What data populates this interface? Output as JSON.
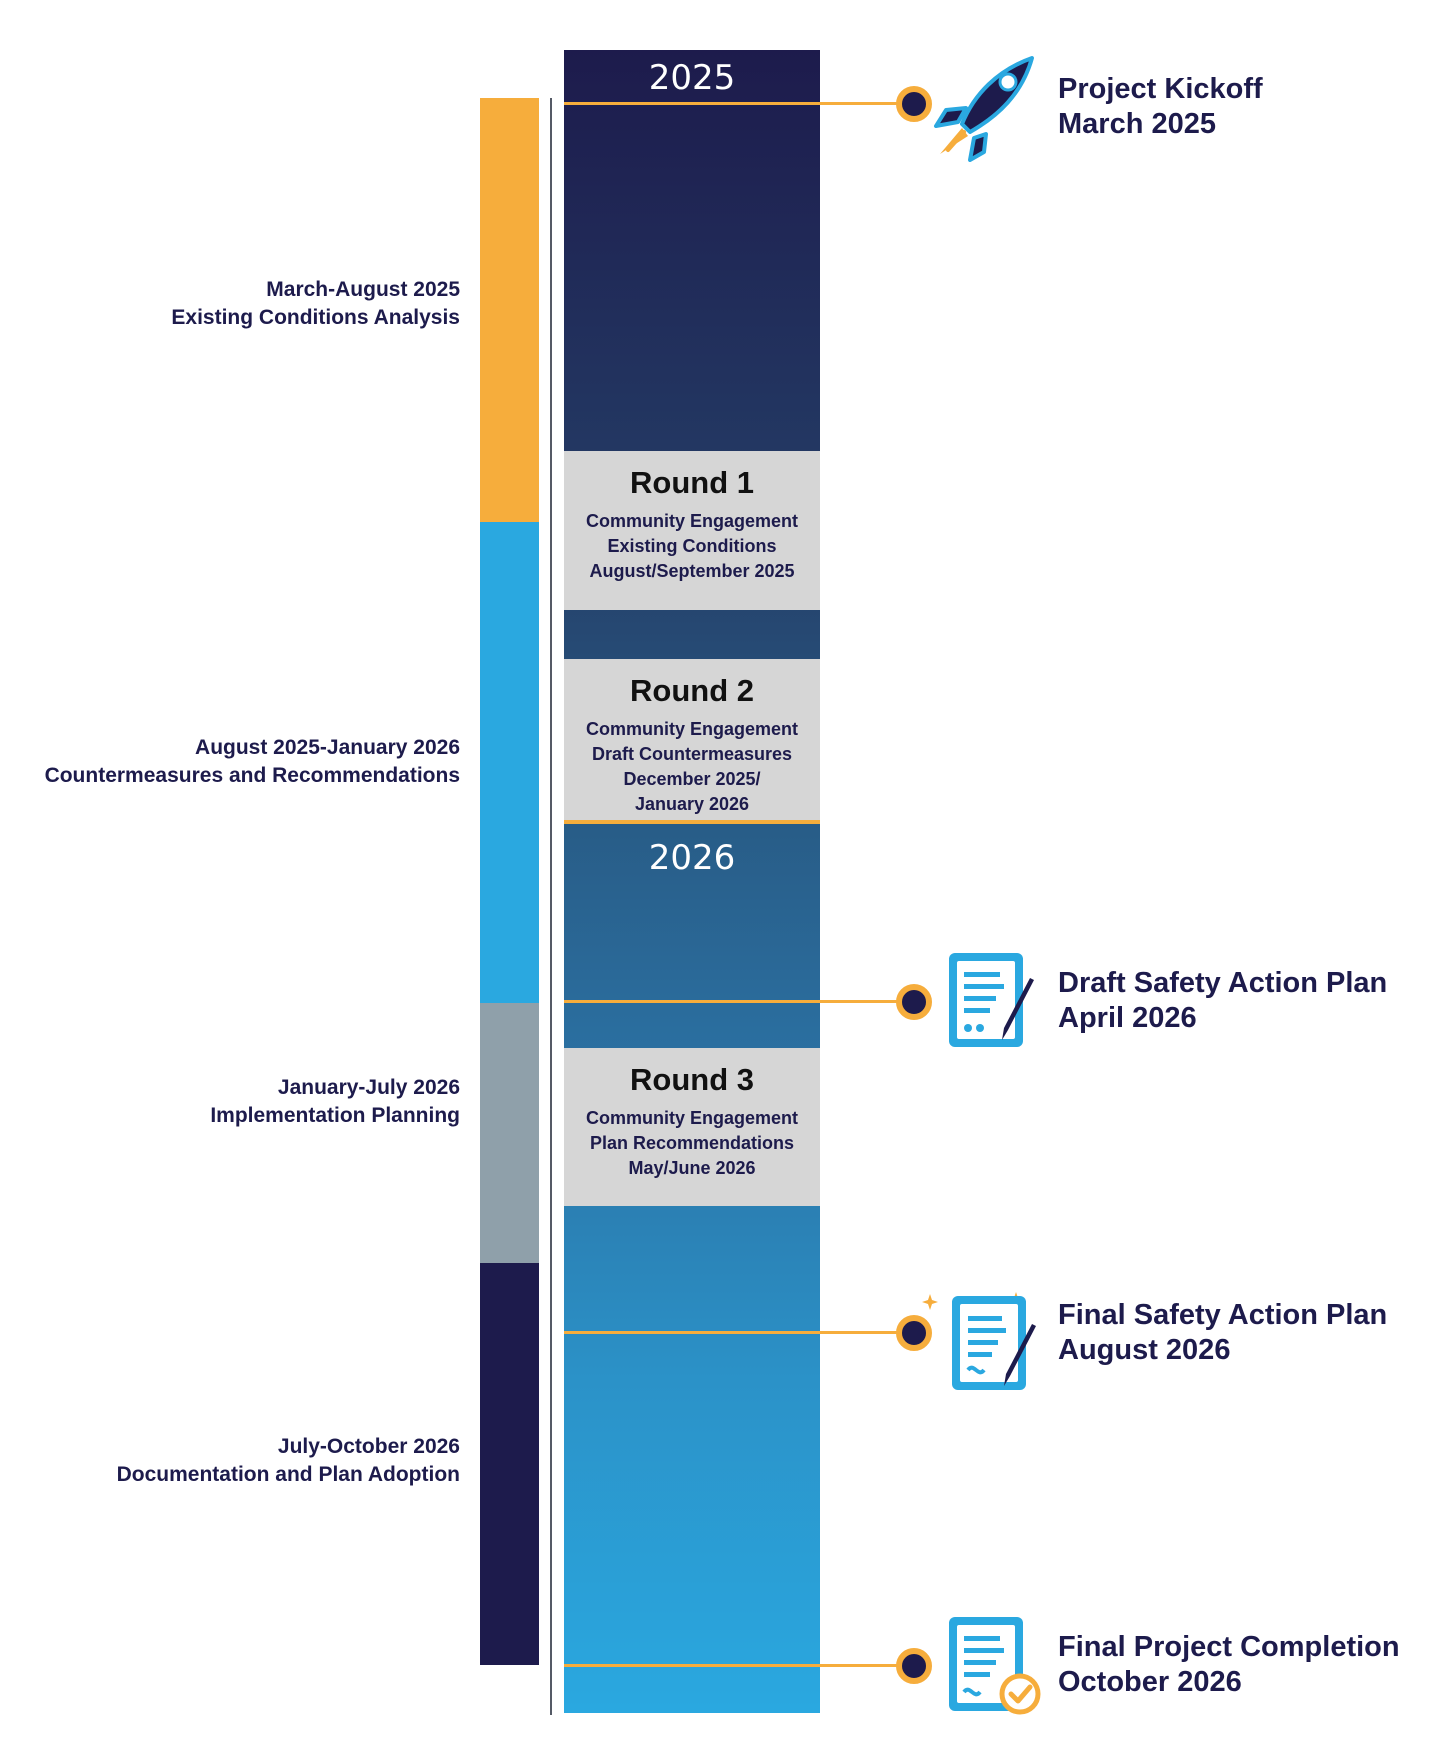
{
  "years": {
    "start": "2025",
    "mid": "2026"
  },
  "phases": [
    {
      "dates": "March-August 2025",
      "name": "Existing Conditions Analysis",
      "color": "#f6ad3c"
    },
    {
      "dates": "August 2025-January 2026",
      "name": "Countermeasures and Recommendations",
      "color": "#2aa8e0"
    },
    {
      "dates": "January-July 2026",
      "name": "Implementation Planning",
      "color": "#8fa0aa"
    },
    {
      "dates": "July-October 2026",
      "name": "Documentation and Plan Adoption",
      "color": "#1d1b4c"
    }
  ],
  "rounds": [
    {
      "title": "Round 1",
      "lines": [
        "Community Engagement",
        "Existing Conditions",
        "August/September 2025"
      ]
    },
    {
      "title": "Round 2",
      "lines": [
        "Community Engagement",
        "Draft Countermeasures",
        "December 2025/",
        "January 2026"
      ]
    },
    {
      "title": "Round 3",
      "lines": [
        "Community Engagement",
        "Plan Recommendations",
        "May/June 2026"
      ]
    }
  ],
  "milestones": [
    {
      "title": "Project Kickoff",
      "date": "March 2025",
      "icon": "rocket-icon"
    },
    {
      "title": "Draft Safety Action Plan",
      "date": "April 2026",
      "icon": "document-pen-icon"
    },
    {
      "title": "Final Safety Action Plan",
      "date": "August 2026",
      "icon": "document-sparkle-icon"
    },
    {
      "title": "Final Project Completion",
      "date": "October 2026",
      "icon": "document-check-icon"
    }
  ],
  "colors": {
    "navy": "#1d1b4c",
    "orange": "#f6ad3c",
    "blue": "#2aa8e0",
    "gray": "#8fa0aa",
    "box": "#d6d6d6"
  }
}
